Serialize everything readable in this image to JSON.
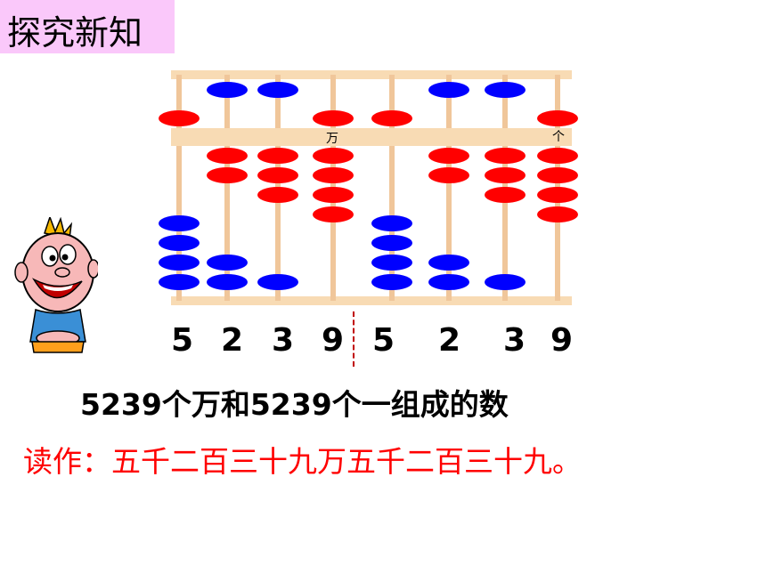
{
  "title": "探究新知",
  "abacus": {
    "label_wan": "万",
    "label_ge": "个",
    "upper_bead_color": "#ff0000",
    "lower_bead_color": "#0000ff",
    "frame_color": "#f8dbb4",
    "rod_color": "#f0c69a"
  },
  "digits": [
    "5",
    "2",
    "3",
    "9",
    "5",
    "2",
    "3",
    "9"
  ],
  "composition_text": "5239个万和5239个一组成的数",
  "reading_text": "读作：五千二百三十九万五千二百三十九。",
  "colors": {
    "title_bg": "#fac8fa",
    "reading_text": "#ff0000"
  }
}
